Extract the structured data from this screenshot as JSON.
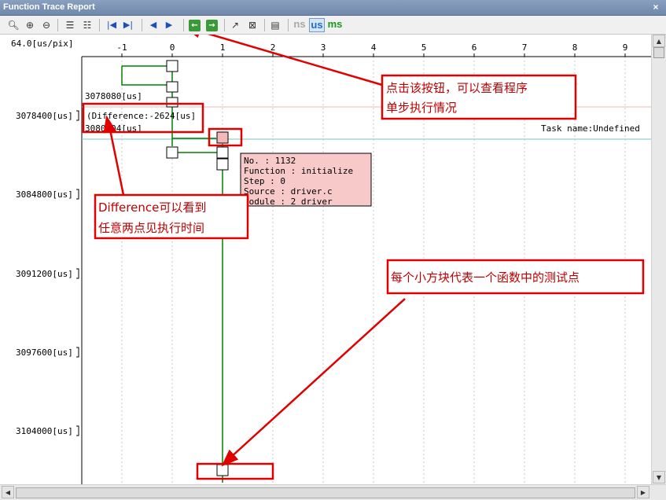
{
  "window": {
    "title": "Function Trace Report",
    "close_label": "×"
  },
  "toolbar": {
    "unit_ns": "ns",
    "unit_us": "us",
    "unit_ms": "ms"
  },
  "axis": {
    "scale_label": "64.0[us/pix]",
    "x_ticks": [
      "-1",
      "0",
      "1",
      "2",
      "3",
      "4",
      "5",
      "6",
      "7",
      "8",
      "9"
    ],
    "y_labels": [
      "3078400[us]",
      "3084800[us]",
      "3091200[us]",
      "3097600[us]",
      "3104000[us]"
    ]
  },
  "markers": {
    "time_a": "3078080[us]",
    "difference": "(Difference:-2624[us]",
    "time_b": "3080704[us]",
    "task_name": "Task name:Undefined"
  },
  "tooltip": {
    "lines": [
      "No.       : 1132",
      "Function  : initialize",
      "Step   : 0",
      "Source    : driver.c",
      "Module    : 2_driver"
    ]
  },
  "annotations": {
    "step_button_note": [
      "点击该按钮，可以查看程序",
      "单步执行情况"
    ],
    "difference_note": [
      "Difference可以看到",
      "任意两点见执行时间"
    ],
    "test_point_note": "每个小方块代表一个函数中的测试点"
  },
  "colors": {
    "annotation": "#e00000",
    "trace": "#008000",
    "highlight": "#f4b8b8",
    "tooltip_bg": "#f7c9c9"
  }
}
